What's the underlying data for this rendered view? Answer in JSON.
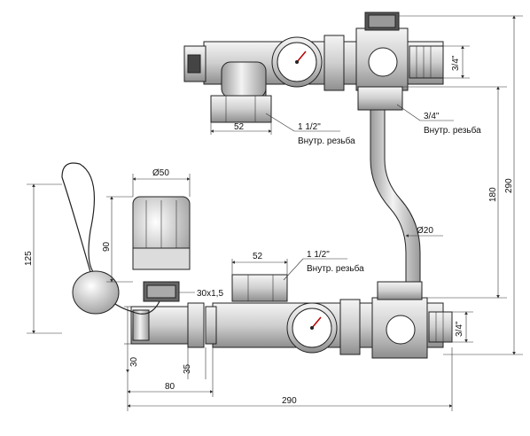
{
  "top_assembly": {
    "thread_label": "3/4\"",
    "pipe_thread_label": "3/4\"",
    "pipe_thread_caption": "Внутр. резьба",
    "inner_thread_size": "1 1/2\"",
    "inner_thread_caption": "Внутр. резьба",
    "nut_width_dim": "52"
  },
  "vertical_dims": {
    "height_180": "180",
    "height_290": "290",
    "pipe_diameter": "Ø20"
  },
  "thermo_head": {
    "diameter": "Ø50",
    "height_90": "90",
    "capillary_125": "125",
    "thread_30x15": "30x1,5"
  },
  "bottom_assembly": {
    "inner_thread_size": "1 1/2\"",
    "inner_thread_caption": "Внутр. резьба",
    "nut_width_dim": "52",
    "right_thread": "3/4\"",
    "dim_30": "30",
    "dim_35": "35",
    "dim_80": "80",
    "dim_290": "290"
  }
}
